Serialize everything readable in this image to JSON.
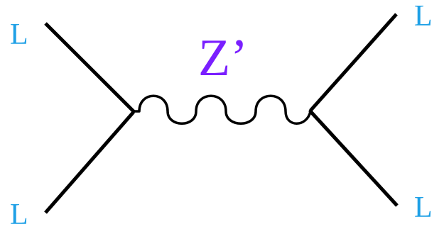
{
  "diagram": {
    "type": "feynman-diagram",
    "boson_label": "Z’",
    "boson_label_color": "#7a1fff",
    "fermion_label_color": "#1ea0e6",
    "line_color": "#000000",
    "propagator_style": "wavy",
    "fermions": {
      "top_left": "L",
      "bottom_left": "L",
      "top_right": "L",
      "bottom_right": "L"
    }
  }
}
